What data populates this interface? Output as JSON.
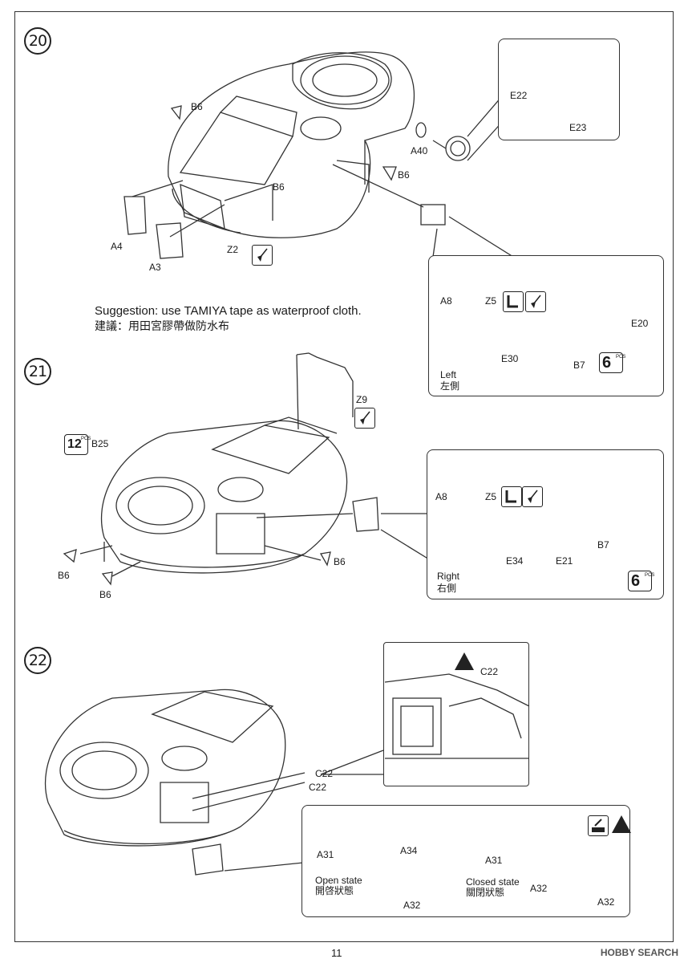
{
  "steps": [
    {
      "number": "20"
    },
    {
      "number": "21"
    },
    {
      "number": "22"
    }
  ],
  "suggestion": {
    "en": "Suggestion: use TAMIYA  tape as waterproof cloth.",
    "zh": "建議：用田宮膠帶做防水布"
  },
  "step20": {
    "labels": [
      "B6",
      "A40",
      "B6",
      "B6",
      "A4",
      "A3",
      "Z2"
    ],
    "wheel_callout": {
      "labels": [
        "E22",
        "E23"
      ]
    },
    "left_callout": {
      "labels": [
        "A8",
        "Z5",
        "E20",
        "E30",
        "B7"
      ],
      "pcs": "6",
      "side_en": "Left",
      "side_zh": "左側"
    }
  },
  "step21": {
    "pcs": "12",
    "labels": [
      "B25",
      "Z9",
      "B6",
      "B6",
      "B6"
    ],
    "right_callout": {
      "labels": [
        "A8",
        "Z5",
        "E34",
        "E21",
        "B7"
      ],
      "pcs": "6",
      "side_en": "Right",
      "side_zh": "右側"
    }
  },
  "step22": {
    "labels": [
      "C22",
      "C22",
      "C22"
    ],
    "hatch_callout": {
      "labels": [
        "A31",
        "A34",
        "A32",
        "A31",
        "A32",
        "A32"
      ],
      "open_en": "Open  state",
      "open_zh": "開啓狀態",
      "closed_en": "Closed state",
      "closed_zh": "關閉狀態"
    }
  },
  "pcs_unit": "PCS",
  "page_number": "11",
  "watermark": "HOBBY SEARCH"
}
